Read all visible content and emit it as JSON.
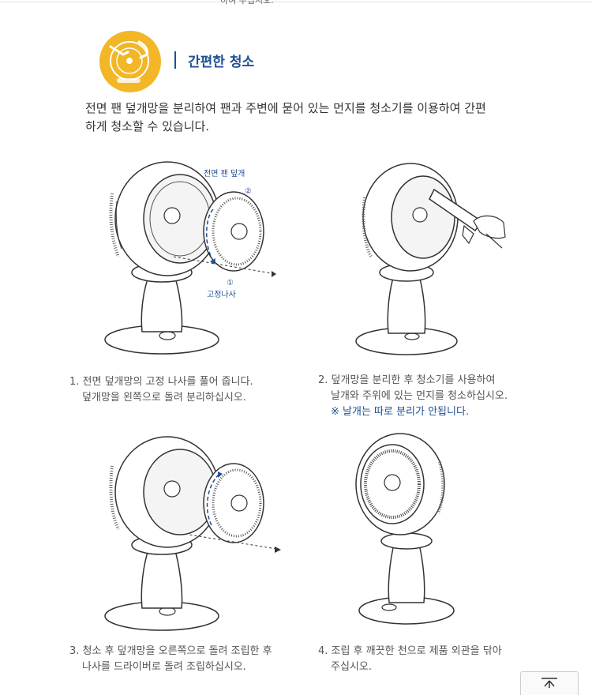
{
  "header": {
    "fragment_line1": "",
    "fragment_line2": "하여 주십시오."
  },
  "section": {
    "title": "간편한 청소",
    "intro_line1": "전면 팬 덮개망을 분리하여 팬과 주변에 묻어 있는 먼지를 청소기를 이용하여 간편",
    "intro_line2": "하게 청소할 수 있습니다."
  },
  "illustrations": {
    "step1": {
      "label_cover": "전면 팬 덮개",
      "marker_2": "②",
      "marker_1": "①",
      "label_screw": "고정나사"
    }
  },
  "steps": [
    {
      "line1": "1. 전면 덮개망의 고정 나사를 풀어 줍니다.",
      "line2": "덮개망을 왼쪽으로 돌려 분리하십시오.",
      "note": ""
    },
    {
      "line1": "2. 덮개망을 분리한 후 청소기를 사용하여",
      "line2": "날개와 주위에 있는 먼지를 청소하십시오.",
      "note": "※ 날개는 따로 분리가 안됩니다."
    },
    {
      "line1": "3. 청소 후 덮개망을 오른쪽으로 돌려 조립한 후",
      "line2": "나사를 드라이버로 돌려 조립하십시오.",
      "note": ""
    },
    {
      "line1": "4. 조립 후 깨끗한 천으로 제품 외관을 닦아",
      "line2": "주십시오.",
      "note": ""
    }
  ],
  "colors": {
    "accent": "#1f4f95",
    "emblem": "#f2b626",
    "text": "#333333"
  },
  "icons": {
    "emblem": "vacuum-cleaning-icon",
    "scroll_top": "arrow-up-icon"
  }
}
